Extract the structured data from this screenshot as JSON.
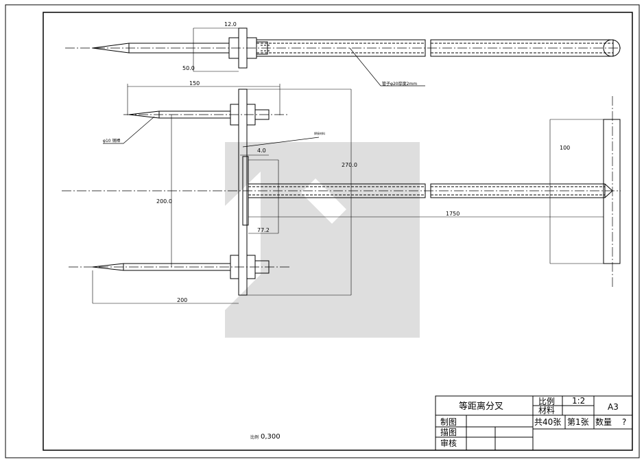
{
  "drawing": {
    "dimensions": {
      "bolt_gap": "12.0",
      "bolt_len": "50.0",
      "prong_span": "150",
      "half_depth": "270.0",
      "prong_spacing": "200.0",
      "offset_a": "4.0",
      "offset_b": "77.2",
      "handle_len": "1750",
      "tbar_len": "100",
      "lower_span": "200"
    },
    "notes": {
      "tube_spec": "管子φ20厚度2mm",
      "rod_spec": "φ10 钢棒",
      "weld_note": "焊接材料"
    },
    "scale_note": {
      "label": "比例",
      "value": "0,300"
    }
  },
  "title_block": {
    "title": "等距离分叉",
    "scale_label": "比例",
    "scale_value": "1:2",
    "paper_size": "A3",
    "material_label": "材料",
    "total_sheets": "共40张",
    "sheet_no": "第1张",
    "qty_label": "数量",
    "qty_value": "?",
    "drawn_label": "制图",
    "traced_label": "描图",
    "checked_label": "审核"
  },
  "colors": {
    "line": "#000000",
    "watermark": "#d9d9d9"
  }
}
